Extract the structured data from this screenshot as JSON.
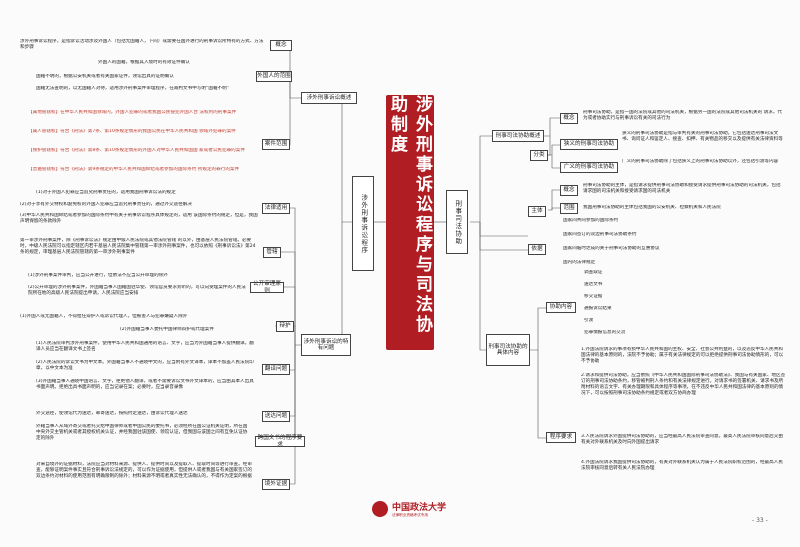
{
  "title": "涉外刑事诉讼程序与司法协助制度",
  "page_number": "- 33 -",
  "logo": {
    "name": "中国政法大学",
    "sub": "法律职业资格考试专用"
  },
  "left": {
    "main": "涉外刑事诉讼程序",
    "overview": {
      "label": "涉外刑事诉讼概述",
      "concept": {
        "label": "概念",
        "text": "涉外刑事诉讼程序，是指诉讼活动涉及外国人（包括无国籍人，下同）或需要在国外进行的刑事诉讼所特有的方式、方法和步骤"
      },
      "foreigner": {
        "label": "外国人的范围",
        "items": [
          "外国人的国籍，根据其入境时的有效证件确认",
          "国籍不明的，根据公安机关或者有关国家证件，领馆出具的证明确认",
          "国籍无法查明的，以无国籍人对待，适用涉外刑事案件审理程序，在裁判文书中写明“国籍不明”"
        ]
      },
      "cases": {
        "label": "案件范围",
        "items": [
          "【属地管辖权】在中华人民共和国领域内，外国人犯罪的或者我国公民侵犯外国人合 法权利的刑事案件",
          "【属人管辖权】符合《刑法》第7条、第10条规定情形的我国公民在中华人民共和国 领域外犯罪的案件",
          "【保护管辖权】符合《刑法》第8条、第10条规定情形的外国人对中华人民共和国国 家或者公民犯罪的案件",
          "【普遍管辖权】符合《刑法》第9条规定的中华人民共和国缔结或者参加的国际条约 所规定的罪行的案件"
        ]
      }
    },
    "principles": {
      "label": "涉外刑事诉讼的特有问题",
      "law": {
        "label": "法律适用",
        "items": [
          "(1)对于外国人犯罪应当追究刑事责任的，适用我国刑事诉讼法的规定",
          "(2)对于享有外交特权和豁免权的外国人犯罪应当追究刑事责任的，通过外交途径解决",
          "(3)中华人民共和国缔结或者参加的国际条约中有关于刑事诉讼程序具体规定的，适用 该国际条约的规定，但是，我国声明保留的条款除外"
        ]
      },
      "jurisdiction": {
        "label": "管辖",
        "text": "第一审涉外刑事案件，除《刑事诉讼法》规定由中级人民法院或其他法院管辖 的以外，由基层人民法院管辖。必要时，中级人民法院可以指定辖区内若干基层人民法院集中管辖第一审涉外刑事案件，也可以依照《刑事诉讼法》第24条的规定，审理基层人民法院管辖的第一审涉外刑事案件"
      },
      "public": {
        "label": "公开审理原则",
        "items": [
          "(1)涉外刑事案件审判，应当公开进行，但依法不应当公开审理的除外",
          "(2)公开审理的涉外刑事案件，外国籍当事人国籍国驻华使、领馆官员要求旁听的，可以向受理案件的人民法院所在地的高级人民法院提出申请，人民法院应当安排"
        ]
      },
      "protect": {
        "label": "辩护",
        "items": [
          "(1)外国人或无国籍人，不得担任辩护人或诉讼代理人，但被害人与犯罪嫌疑人除外",
          "(2)外国籍当事人委托中国律师辩护或代理案件"
        ]
      },
      "translate": {
        "label": "翻译问题",
        "items": [
          "(1)人民法院审判涉外刑事案件，使用中华人民共和国通用的语言、文字，应当为外国籍当事人提供翻译。翻译人员应当在翻译文书上签名",
          "(2)人民法院的诉讼文书为中文本。外国籍当事人不通晓中文的，应当附有外文译本，译本不加盖人民法院印章，以中文本为准",
          "(3)外国籍当事人通晓中国语言、文字，拒绝他人翻译，或者不需要诉讼文书外文译本的，应当由其本人出具书面声明。拒绝出具书面声明的，应当记录在案；必要时，应当录音录像"
        ]
      },
      "delivery": {
        "label": "送达问题",
        "text": "外交途径，使领馆代为送达，邮寄送达，按照约定送达，由诉讼代理人送达"
      },
      "delay": {
        "label": "跨国文书的程序要求",
        "text": "外籍当事人从域外寄交或者托交给中国律师或者中国公民的委托书，必须经所在国公证机关证明，所在国中央外交主管机关或者其授权机关认证，并经我国驻该国使、领馆认证，但我国与该国之间有互免认证协定的除外"
      },
      "evidence": {
        "label": "境外证据",
        "text": "对来自境外的证据材料，法院应当对材料来源、提供人、提供时间以及提取人、提取时间等进行审查。经审查，能够证明案件事实且符合刑事诉讼法规定的，可以作为证据使用，但提供人或者我国与有关国家签订的双边条约对材料的使用范围有明确限制的除外；材料来源不明或者真实性无法确认的，不得作为定案的根据"
      }
    }
  },
  "right": {
    "main": "刑事司法协助",
    "overview": {
      "label": "刑事司法协助概述",
      "concept": {
        "label": "概念",
        "text": "刑事司法协助，是指一国的法院或其他的司法机关，根据另一国的法院或其他司法机关的 请求，代为或者协助实行与刑事诉讼有关的司法行为"
      },
      "classify": {
        "label": "分类",
        "narrow": {
          "label": "狭义的刑事司法协助",
          "text": "狭义的刑事司法协助是指与审判有关的刑事司法协助，它包括送达刑事司法文书、询问证人和鉴定人、搜查、扣押、有关物品的移交以及提供有关法律资料等"
        },
        "broad": {
          "label": "广义的刑事司法协助",
          "text": "广义的刑事司法协助除了包括狭义上的刑事司法协助以外，还包括引渡等内容"
        }
      }
    },
    "body": {
      "label": "主体",
      "concept": {
        "label": "概念",
        "text": "刑事司法协助的主体，是指请求提供刑事司法协助和接受请求提供刑事司法协助的司法机关，包括请求国的司法机关和接受请求国的司法机关"
      },
      "scope": {
        "label": "范围",
        "text": "我国刑事司法协助的主体包括我国的公安机关、检察机关和人民法院"
      }
    },
    "basis": {
      "label": "依据",
      "items": [
        "国家间共同参加的国际条约",
        "国家间签订的双边刑事司法协助条约",
        "国家间临时达成的关于刑事司法协助的互惠协议",
        "国内的法律规定"
      ]
    },
    "content": {
      "label": "刑事司法协助的具体内容",
      "scope": {
        "label": "协助内容",
        "items": [
          "调查取证",
          "送达文书",
          "移交证据",
          "通报诉讼结果",
          "引渡",
          "犯罪情报信息的交流"
        ]
      },
      "procedure": {
        "label": "程序要求",
        "items": [
          "1.外国法院请求的事项有损中华人民共和国的主权、安全、社会公共利益的，以及违反中华人民共和国法律的基本原则的，法院不予协助；属于有关法律规定的可以拒绝提供刑事司法协助情形的，可以不予协助",
          "2.请求和提供司法协助，应当依照《中华人民共和国国际刑事司法协助法》、我国与有关国家、地区签订的刑事司法协助条约，移管被判刑人条约和有关法律规定进行。对请求书的签署机关、请求书及所附材料的语言文字、有关办理期限和具体程序等事项，在不违反中华人民共和国法律的基本原则的情况下，可以按照刑事司法协助条约规定或者双方协商办理",
          "3.人民法院请求外国提供司法协助的，应当经最高人民法院审查同意。最高人民法院审核同意后交由有关对外联系机关及时向外国提出请求",
          "4.外国法院请求我国提供司法协助的，有关对外联系机关认为属于人民法院职权范围的，经最高人民法院审核同意后转有关人民法院办理"
        ]
      }
    }
  }
}
